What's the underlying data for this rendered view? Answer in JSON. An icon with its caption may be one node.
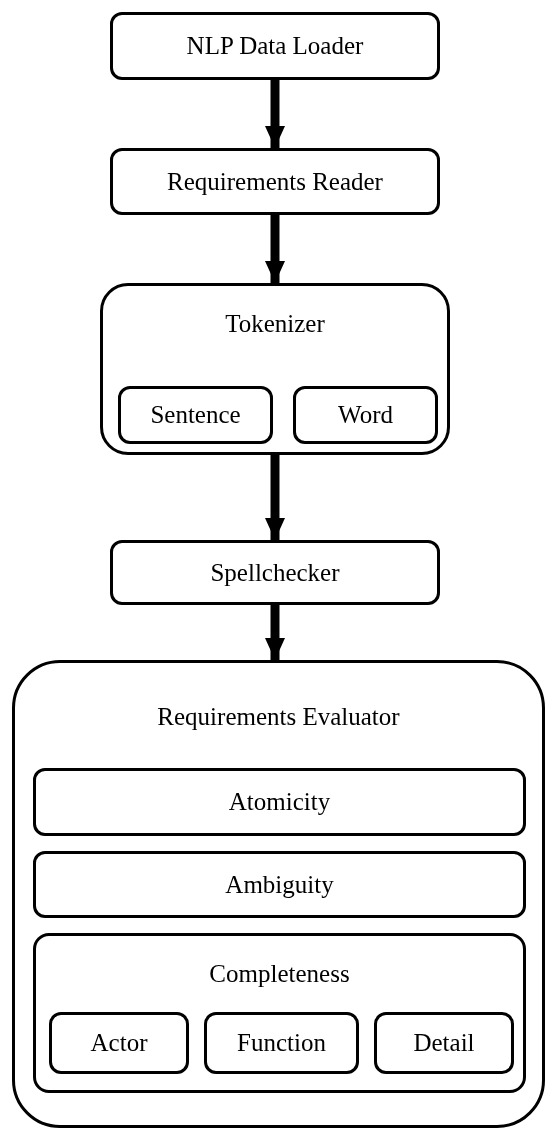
{
  "diagram": {
    "nodes": [
      {
        "text": [
          "NLP Data Loader"
        ]
      },
      {
        "text": [
          "Requirements Reader"
        ]
      },
      {
        "text": [
          "Tokenizer"
        ]
      },
      {
        "text": [
          "Sentence"
        ],
        "in": 2
      },
      {
        "text": [
          "Word"
        ],
        "in": 2
      },
      {
        "text": [
          "Spellchecker"
        ]
      },
      {
        "text": [
          "Requirements Evaluator"
        ]
      },
      {
        "text": [
          "Atomicity"
        ],
        "in": 6
      },
      {
        "text": [
          "Ambiguity"
        ],
        "in": 6
      },
      {
        "text": [
          "Completeness"
        ],
        "in": 6
      },
      {
        "text": [
          "Actor"
        ],
        "in": 9
      },
      {
        "text": [
          "Function"
        ],
        "in": 9
      },
      {
        "text": [
          "Detail"
        ],
        "in": 9
      }
    ],
    "edges": [
      {
        "from": 0,
        "to": 1,
        "arrow": "to"
      },
      {
        "from": 1,
        "to": 2,
        "arrow": "to"
      },
      {
        "from": 2,
        "to": 5,
        "arrow": "to"
      },
      {
        "from": 5,
        "to": 6,
        "arrow": "to"
      }
    ]
  }
}
